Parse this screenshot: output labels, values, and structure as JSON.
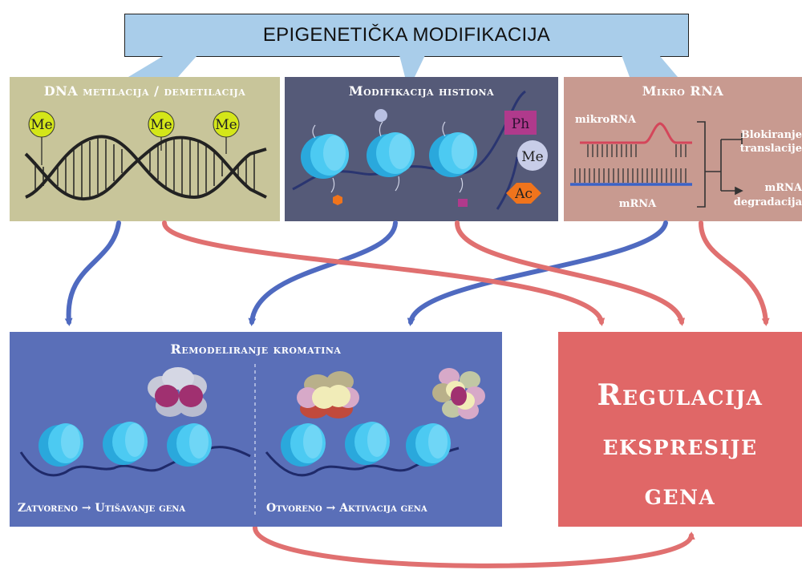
{
  "title": "EPIGENETIČKA MODIFIKACIJA",
  "panels": {
    "dna": {
      "title": "DNA metilacija / demetilacija",
      "marks": [
        "Me",
        "Me",
        "Me"
      ]
    },
    "histone": {
      "title": "Modifikacija histiona",
      "marks": [
        "Ph",
        "Me",
        "Ac"
      ]
    },
    "mirna": {
      "title": "Mikro RNA",
      "mirna_label": "mikroRNA",
      "mrna_label": "mRNA",
      "outcome_1_line1": "Blokiranje",
      "outcome_1_line2": "translacije",
      "outcome_2_line1": "mRNA",
      "outcome_2_line2": "degradacija"
    },
    "remodel": {
      "title": "Remodeliranje kromatina",
      "closed_caption": "Zatvoreno → Utišavanje gena",
      "open_caption": "Otvoreno → Aktivacija gena"
    },
    "regulation": {
      "line1": "Regulacija",
      "line2": "ekspresije",
      "line3": "gena"
    }
  },
  "colors": {
    "title_box": "#a9cdea",
    "dna_panel": "#c8c59a",
    "histone_panel": "#555a78",
    "mirna_panel": "#c89a90",
    "remodel_panel": "#5a6fb8",
    "regulation_panel": "#e06767",
    "blue_arrow": "#4f6ac0",
    "red_arrow": "#e07070",
    "nucleosome": "#3cc2ee"
  }
}
